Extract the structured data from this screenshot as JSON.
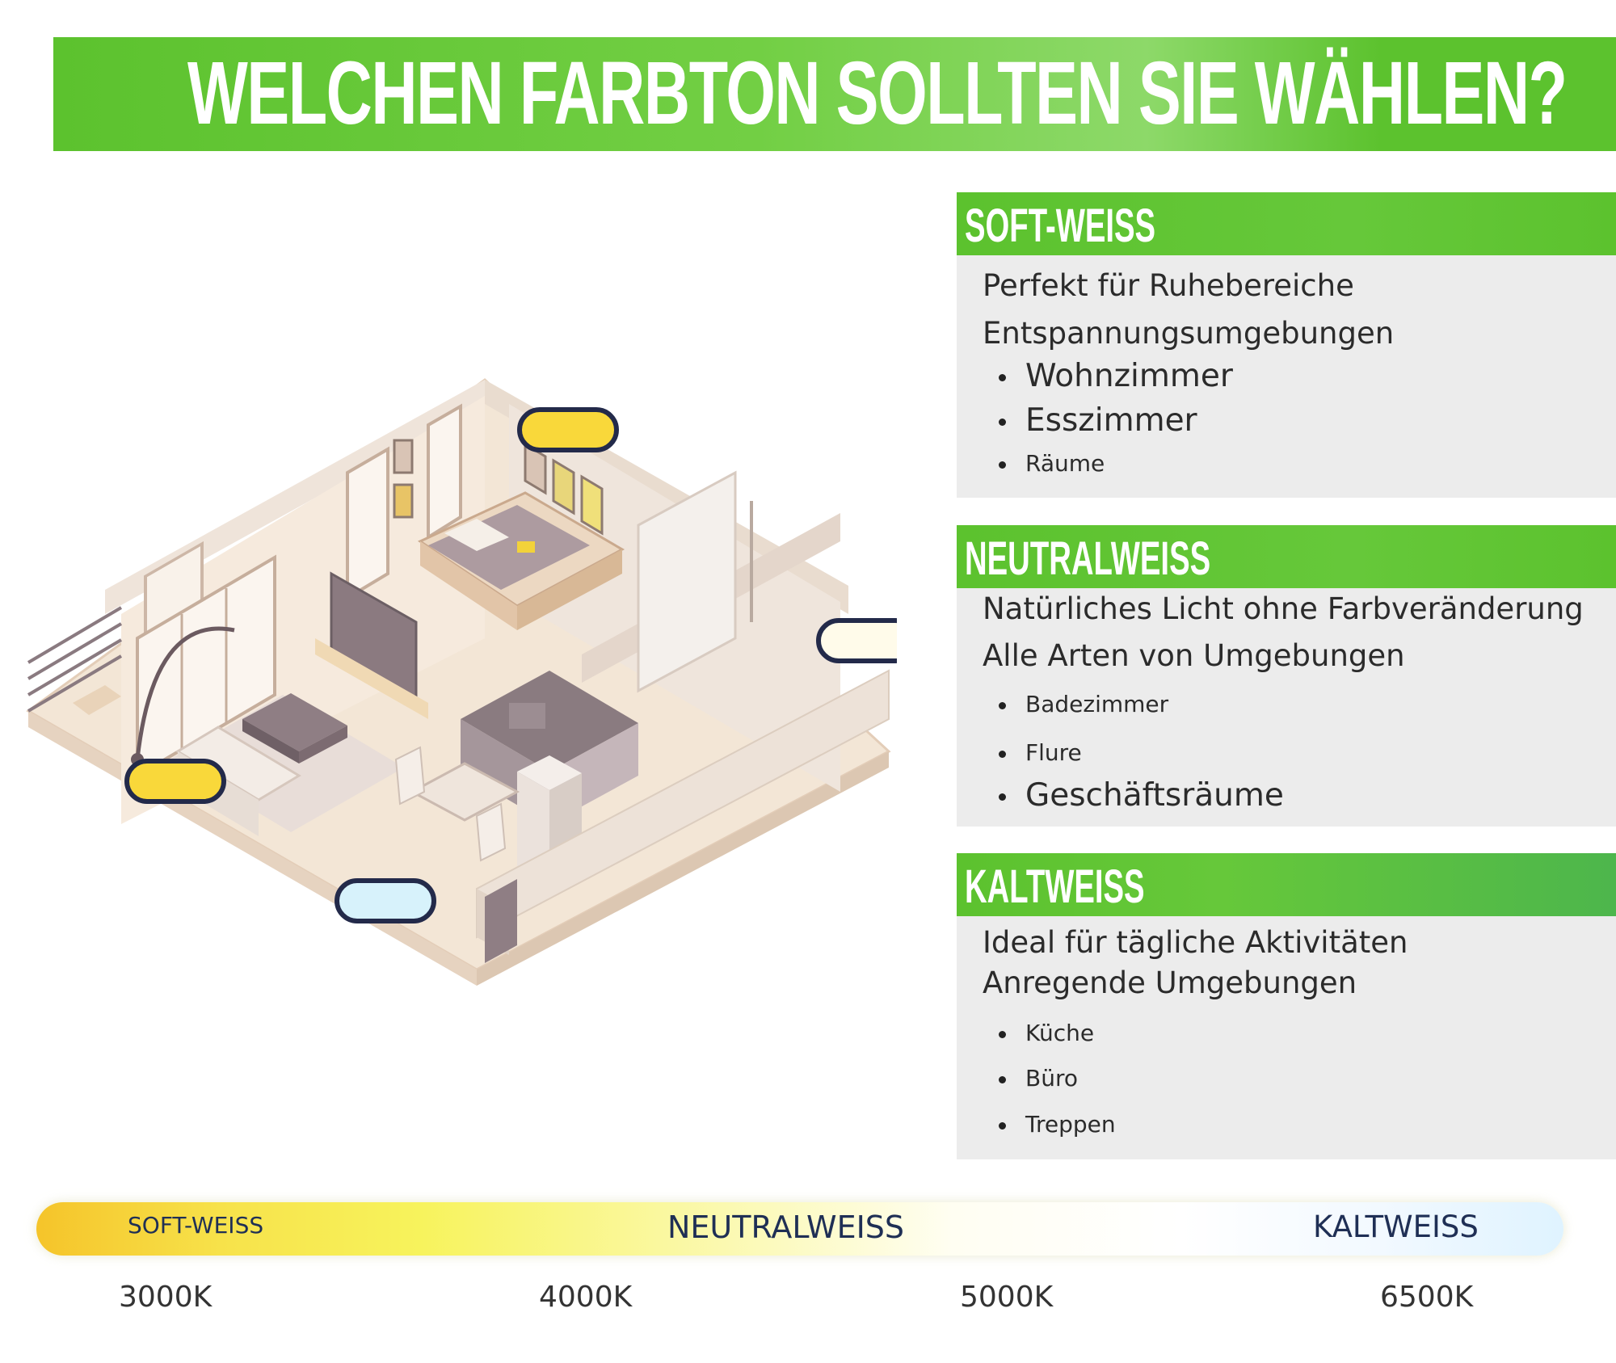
{
  "header": {
    "title": "WELCHEN FARBTON SOLLTEN SIE WÄHLEN?"
  },
  "sections": [
    {
      "title": "SOFT-WEISS",
      "lines": [
        "Perfekt für Ruhebereiche",
        "Entspannungsumgebungen"
      ],
      "items": [
        "Wohnzimmer",
        "Esszimmer",
        "Räume"
      ]
    },
    {
      "title": "NEUTRALWEISS",
      "lines": [
        "Natürliches Licht ohne Farbveränderung",
        "Alle Arten von Umgebungen"
      ],
      "items": [
        "Badezimmer",
        "Flure",
        "Geschäftsräume"
      ]
    },
    {
      "title": "KALTWEISS",
      "lines": [
        "Ideal für tägliche Aktivitäten",
        "Anregende Umgebungen"
      ],
      "items": [
        "Küche",
        "Büro",
        "Treppen"
      ]
    }
  ],
  "scale": {
    "labels": [
      "SOFT-WEISS",
      "NEUTRALWEISS",
      "KALTWEISS"
    ],
    "kelvin": [
      "3000K",
      "4000K",
      "5000K",
      "6500K"
    ]
  },
  "colors": {
    "green": "#5cc22e",
    "soft_white": "#f9d83a",
    "neutral_white": "#fffbea",
    "cold_white": "#d7f2fb",
    "outline": "#232a4a"
  }
}
